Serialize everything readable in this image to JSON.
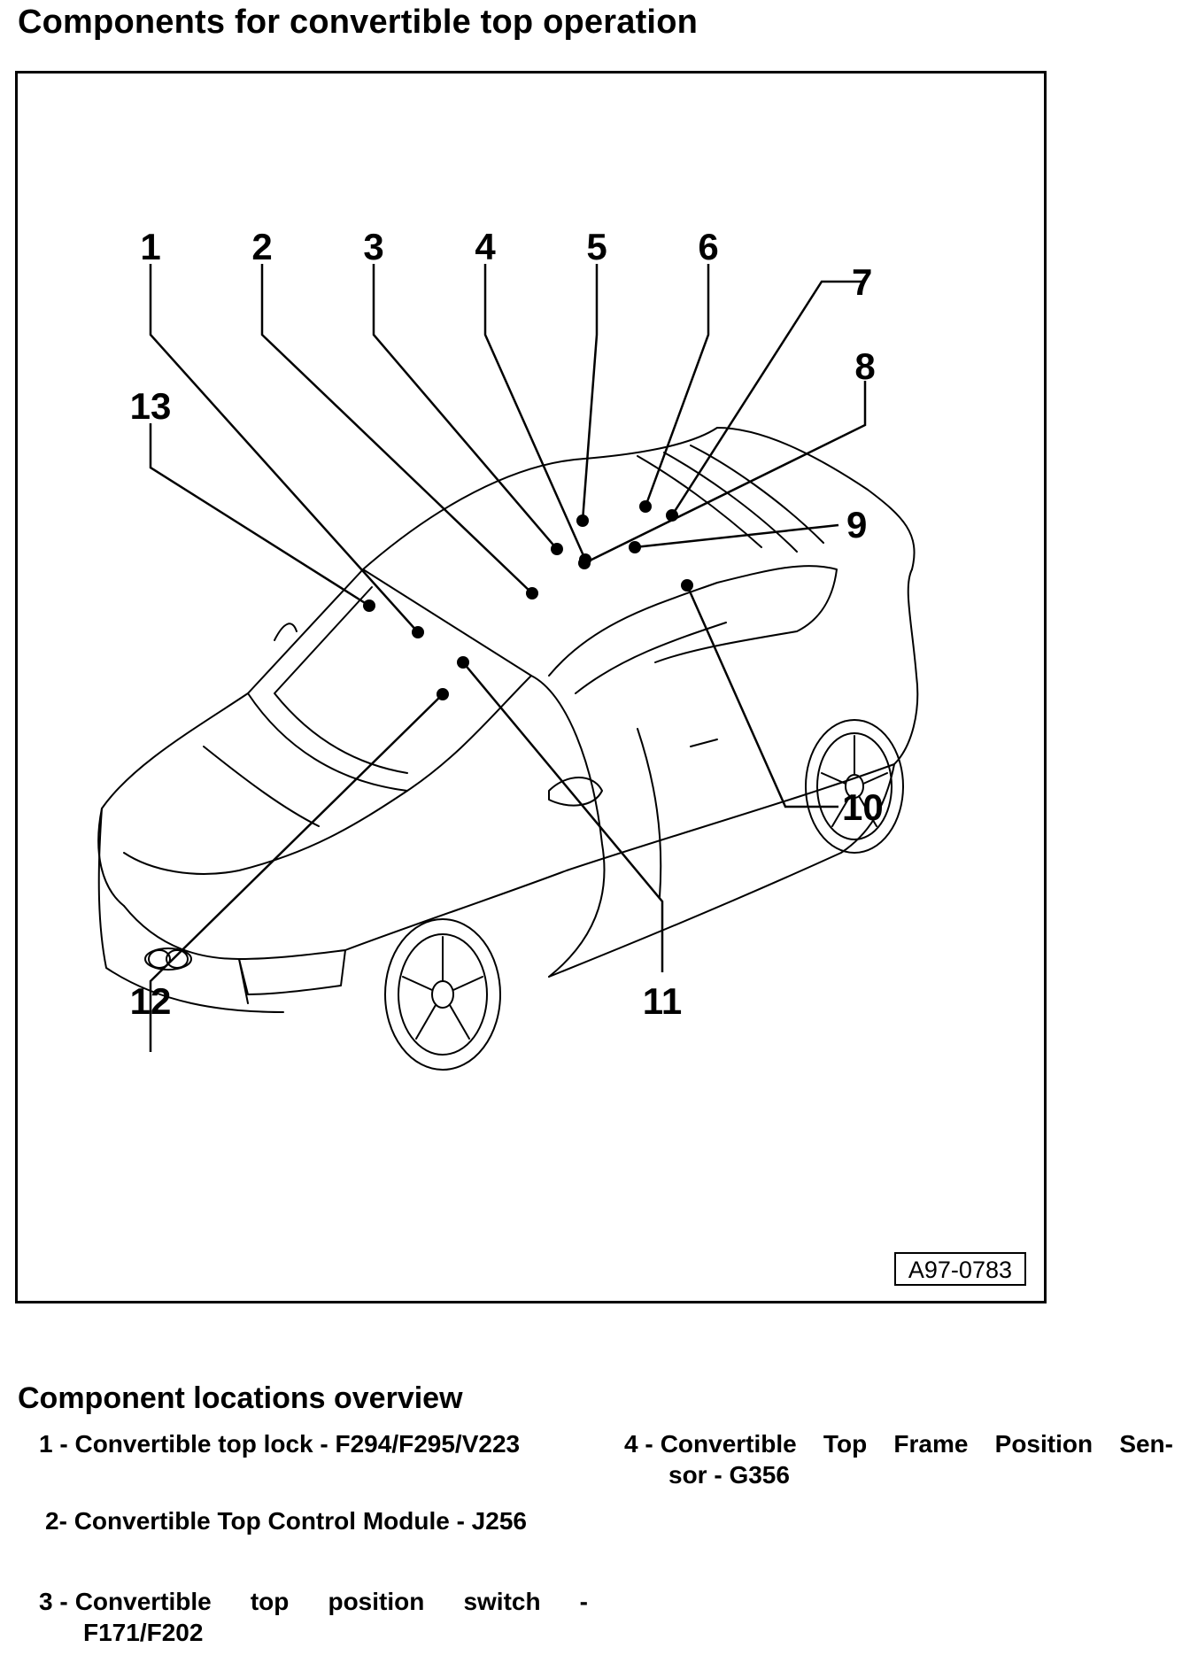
{
  "title": "Components for convertible top operation",
  "figure_id": "A97-0783",
  "callouts": [
    "1",
    "2",
    "3",
    "4",
    "5",
    "6",
    "7",
    "8",
    "9",
    "10",
    "11",
    "12",
    "13"
  ],
  "section_title": "Component locations overview",
  "legend": [
    {
      "num": "1 -",
      "text": "Convertible top lock - F294/F295/V223"
    },
    {
      "num": "2-",
      "text": "Convertible Top Control Module - J256"
    },
    {
      "num": "3 -",
      "text_line1": "Convertible top position switch -",
      "text_line2": "F171/F202"
    },
    {
      "num": "4 -",
      "text_line1": "Convertible Top Frame Position Sen-",
      "text_line2": "sor - G356"
    }
  ]
}
